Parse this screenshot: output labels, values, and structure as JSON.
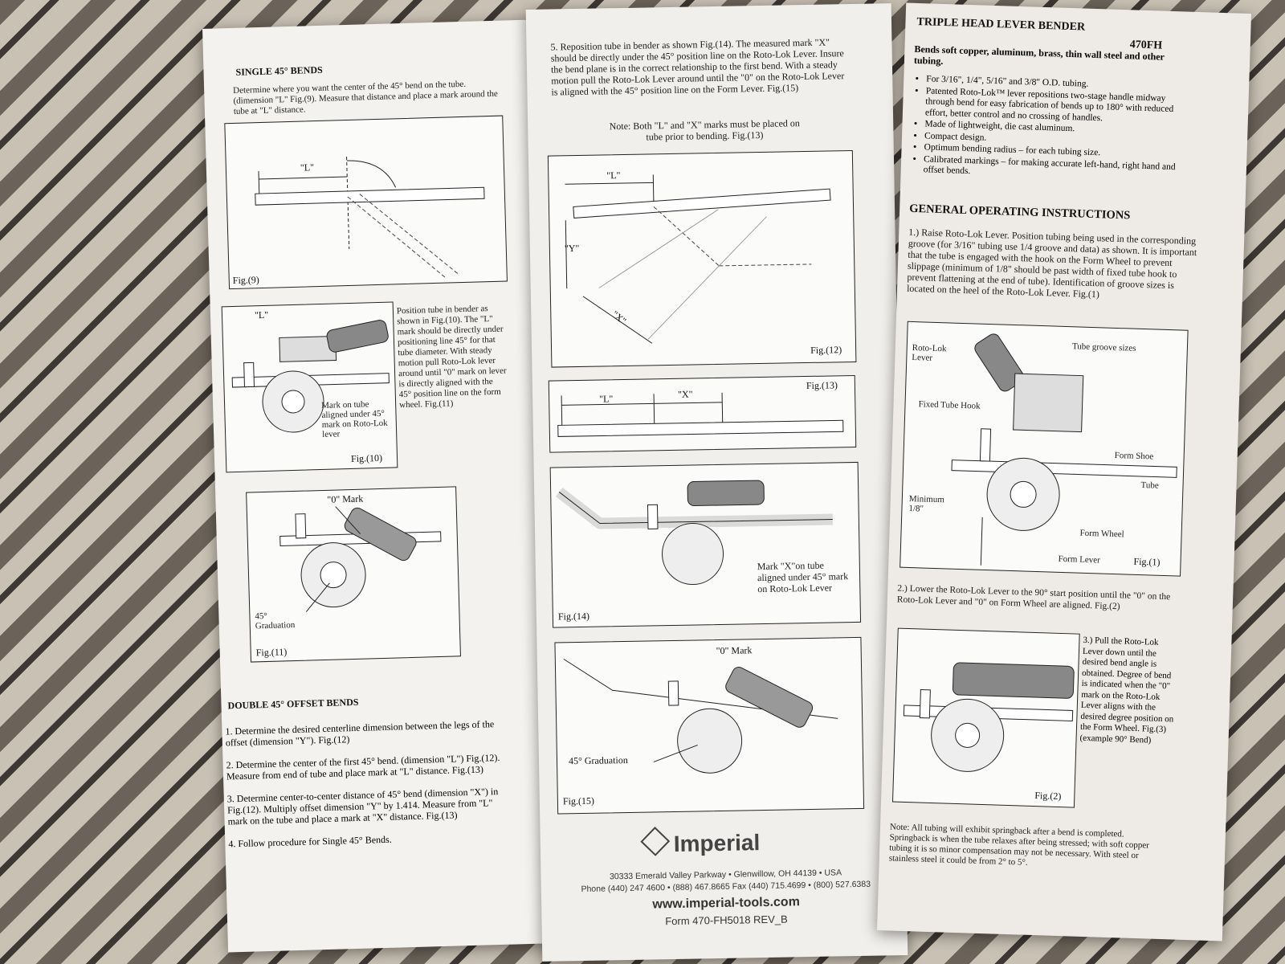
{
  "left": {
    "single_title": "SINGLE 45° BENDS",
    "single_intro": "Determine where you want the center of the 45° bend on the tube. (dimension \"L\" Fig.(9). Measure that distance and place a mark around the tube at \"L\" distance.",
    "fig9": {
      "label": "Fig.(9)",
      "dim": "\"L\""
    },
    "fig10": {
      "label": "Fig.(10)",
      "dim": "\"L\"",
      "callout": "Mark on tube aligned under 45° mark on Roto-Lok lever"
    },
    "fig10_text": "Position tube in bender as shown in Fig.(10). The \"L\" mark should be directly under positioning line 45° for that tube diameter. With steady motion pull Roto-Lok lever around until \"0\" mark on lever is directly aligned with the 45° position line on the form wheel. Fig.(11)",
    "fig11": {
      "label": "Fig.(11)",
      "mark": "\"0\" Mark",
      "graduation": "45° Graduation"
    },
    "double_title": "DOUBLE 45° OFFSET BENDS",
    "steps": [
      "1. Determine the desired centerline dimension between the legs of the offset (dimension \"Y\"). Fig.(12)",
      "2. Determine the center of the first 45° bend. (dimension \"L\") Fig.(12). Measure from end of tube and place mark at \"L\" distance. Fig.(13)",
      "3. Determine center-to-center distance of 45° bend (dimension \"X\") in Fig.(12). Multiply offset dimension \"Y\" by 1.414. Measure from \"L\" mark on the tube and place a mark at \"X\" distance. Fig.(13)",
      "4. Follow procedure for Single 45° Bends."
    ]
  },
  "mid": {
    "step5": "5. Reposition tube in bender as shown Fig.(14). The measured mark \"X\" should be directly under the 45° position line on the Roto-Lok Lever. Insure the bend plane is in the correct relationship to the first bend. With a steady motion pull the Roto-Lok Lever around until the \"0\" on the Roto-Lok Lever is aligned with the 45° position line on the Form Lever. Fig.(15)",
    "note": "Note: Both \"L\" and \"X\" marks must be placed on tube prior to bending. Fig.(13)",
    "fig12": {
      "label": "Fig.(12)",
      "l": "\"L\"",
      "y": "\"Y\"",
      "x": "\"X\""
    },
    "fig13": {
      "label": "Fig.(13)",
      "l": "\"L\"",
      "x": "\"X\""
    },
    "fig14": {
      "label": "Fig.(14)",
      "callout": "Mark \"X\"on tube aligned under 45° mark on Roto-Lok Lever"
    },
    "fig15": {
      "label": "Fig.(15)",
      "mark": "\"0\" Mark",
      "graduation": "45° Graduation"
    },
    "brand": "Imperial",
    "address": "30333 Emerald Valley Parkway • Glenwillow, OH 44139 • USA",
    "phone": "Phone (440) 247 4600 • (888) 467.8665 Fax (440) 715.4699 • (800) 527.6383",
    "url": "www.imperial-tools.com",
    "form": "Form 470-FH5018  REV_B"
  },
  "right": {
    "title": "TRIPLE HEAD LEVER BENDER",
    "model": "470FH",
    "subtitle": "Bends soft copper, aluminum, brass, thin wall steel and other tubing.",
    "features": [
      "For 3/16\", 1/4\", 5/16\" and 3/8\" O.D. tubing.",
      "Patented Roto-Lok™ lever repositions two-stage handle midway through bend for easy fabrication of bends up to 180° with reduced effort, better control and no crossing of handles.",
      "Made of lightweight, die cast aluminum.",
      "Compact design.",
      "Optimum bending radius – for each tubing size.",
      "Calibrated markings – for making accurate left-hand, right hand and offset bends."
    ],
    "general_title": "GENERAL OPERATING INSTRUCTIONS",
    "step1": "1.) Raise Roto-Lok Lever. Position tubing being used in the corresponding groove (for 3/16\" tubing use 1/4 groove and data) as shown. It is important that the tube is engaged with the hook on the Form Wheel to prevent slippage (minimum of 1/8\" should be past width of fixed tube hook to prevent flattening at the end of tube). Identification of groove sizes is located on the heel of the Roto-Lok Lever. Fig.(1)",
    "fig1": {
      "label": "Fig.(1)",
      "roto": "Roto-Lok Lever",
      "groove": "Tube groove sizes",
      "hook": "Fixed Tube Hook",
      "shoe": "Form Shoe",
      "tube": "Tube",
      "minimum": "Minimum 1/8\"",
      "wheel": "Form Wheel",
      "lever": "Form Lever"
    },
    "step2": "2.) Lower the Roto-Lok Lever to the 90° start position until the \"0\" on the Roto-Lok Lever and \"0\" on Form Wheel are aligned. Fig.(2)",
    "step3": "3.) Pull the Roto-Lok Lever down until the desired bend angle is obtained. Degree of bend is indicated when the \"0\" mark on the Roto-Lok Lever aligns with the desired degree position on the Form Wheel. Fig.(3) (example 90° Bend)",
    "fig2": {
      "label": "Fig.(2)"
    },
    "note": "Note: All tubing will exhibit springback after a bend is completed. Springback is when the tube relaxes after being stressed; with soft copper tubing it is so minor compensation may not be necessary. With steel or stainless steel it could be from 2° to 5°."
  }
}
